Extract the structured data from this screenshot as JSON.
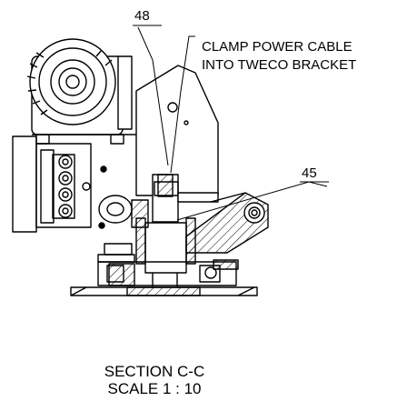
{
  "callouts": {
    "balloon_48": "48",
    "balloon_45": "45",
    "note_line1": "CLAMP POWER CABLE",
    "note_line2": "INTO TWECO BRACKET"
  },
  "section": {
    "title": "SECTION C-C",
    "scale": "SCALE 1 : 10"
  }
}
